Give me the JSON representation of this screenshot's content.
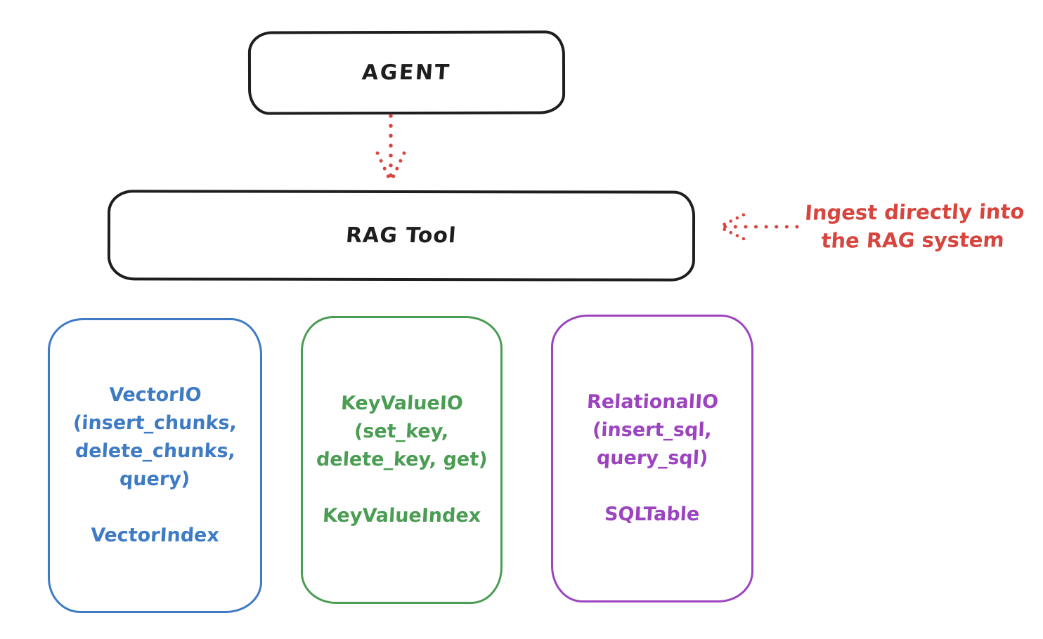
{
  "diagram": {
    "agent": {
      "label": "AGENT"
    },
    "rag_tool": {
      "label": "RAG Tool"
    },
    "annotation": {
      "line1": "Ingest directly into",
      "line2": "the RAG system"
    },
    "boxes": [
      {
        "name": "vector-io",
        "color": "#3e7bc4",
        "lines": [
          "VectorIO",
          "(insert_chunks,",
          "delete_chunks,",
          "query)"
        ],
        "footer": "VectorIndex"
      },
      {
        "name": "keyvalue-io",
        "color": "#4a9d53",
        "lines": [
          "KeyValueIO",
          "(set_key,",
          "delete_key, get)"
        ],
        "footer": "KeyValueIndex"
      },
      {
        "name": "relational-io",
        "color": "#9c44bf",
        "lines": [
          "RelationalIO",
          "(insert_sql,",
          "query_sql)"
        ],
        "footer": "SQLTable"
      }
    ],
    "icons": {
      "agent_to_rag": "dotted-down-arrow",
      "ingest_pointer": "dotted-left-arrow"
    },
    "colors": {
      "ink": "#1e1e1e",
      "red": "#d8453e",
      "blue": "#3e7bc4",
      "green": "#4a9d53",
      "purple": "#9c44bf",
      "background": "#ffffff"
    }
  }
}
